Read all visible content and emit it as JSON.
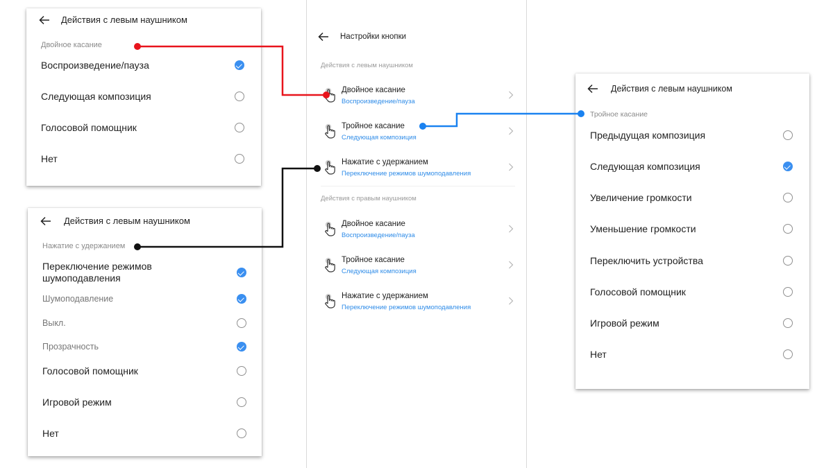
{
  "colors": {
    "accent": "#3a8ff0",
    "link": "#2f8ce8",
    "connector_red": "#e8141c",
    "connector_blue": "#1a82f0",
    "connector_black": "#111111"
  },
  "panel_a": {
    "title": "Действия с левым наушником",
    "section": "Двойное касание",
    "options": [
      {
        "label": "Воспроизведение/пауза",
        "checked": true
      },
      {
        "label": "Следующая композиция",
        "checked": false
      },
      {
        "label": "Голосовой помощник",
        "checked": false
      },
      {
        "label": "Нет",
        "checked": false
      }
    ]
  },
  "panel_b": {
    "title": "Действия с левым наушником",
    "section": "Нажатие с удержанием",
    "options": [
      {
        "label": "Переключение режимов\nшумоподавления",
        "checked": true
      },
      {
        "label": "Шумоподавление",
        "checked": true,
        "sub": true
      },
      {
        "label": "Выкл.",
        "checked": false,
        "sub": true
      },
      {
        "label": "Прозрачность",
        "checked": true,
        "sub": true
      },
      {
        "label": "Голосовой помощник",
        "checked": false
      },
      {
        "label": "Игровой режим",
        "checked": false
      },
      {
        "label": "Нет",
        "checked": false
      }
    ]
  },
  "panel_mid": {
    "title": "Настройки кнопки",
    "left_section": "Действия с левым наушником",
    "right_section": "Действия с правым наушником",
    "left_items": [
      {
        "title": "Двойное касание",
        "value": "Воспроизведение/пауза",
        "icon": "tap-gesture-icon"
      },
      {
        "title": "Тройное касание",
        "value": "Следующая композиция",
        "icon": "tap-gesture-icon"
      },
      {
        "title": "Нажатие с удержанием",
        "value": "Переключение режимов шумоподавления",
        "icon": "tap-gesture-icon"
      }
    ],
    "right_items": [
      {
        "title": "Двойное касание",
        "value": "Воспроизведение/пауза",
        "icon": "tap-gesture-icon"
      },
      {
        "title": "Тройное касание",
        "value": "Следующая композиция",
        "icon": "tap-gesture-icon"
      },
      {
        "title": "Нажатие с удержанием",
        "value": "Переключение режимов шумоподавления",
        "icon": "tap-gesture-icon"
      }
    ]
  },
  "panel_c": {
    "title": "Действия с левым наушником",
    "section": "Тройное касание",
    "options": [
      {
        "label": "Предыдущая композиция",
        "checked": false
      },
      {
        "label": "Следующая композиция",
        "checked": true
      },
      {
        "label": "Увеличение громкости",
        "checked": false
      },
      {
        "label": "Уменьшение громкости",
        "checked": false
      },
      {
        "label": "Переключить устройства",
        "checked": false
      },
      {
        "label": "Голосовой помощник",
        "checked": false
      },
      {
        "label": "Игровой режим",
        "checked": false
      },
      {
        "label": "Нет",
        "checked": false
      }
    ]
  }
}
